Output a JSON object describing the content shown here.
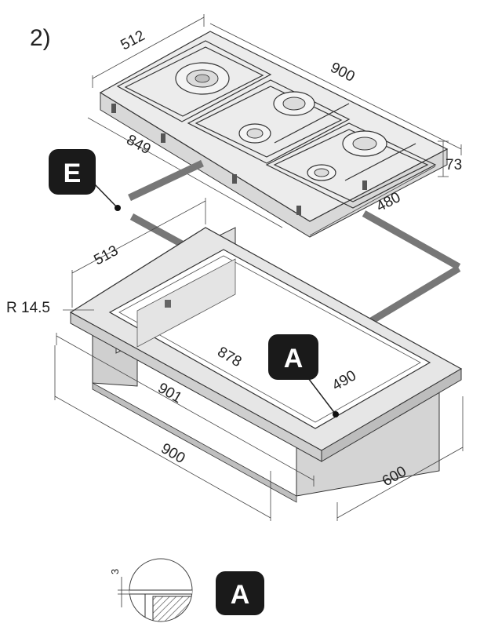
{
  "step_label": "2)",
  "hob": {
    "width_label": "900",
    "depth_label": "512",
    "height_label": "73",
    "cutout_width_label": "849",
    "cutout_depth_label": "480"
  },
  "cabinet": {
    "radius_label": "R 14.5",
    "outer_depth_label": "513",
    "inner_width_label": "878",
    "inner_depth_label": "490",
    "frame_width_label": "901",
    "base_width_label": "900",
    "base_depth_label": "600"
  },
  "callouts": {
    "seal_letter": "E",
    "detail_letter": "A",
    "detail_badge_letter": "A"
  },
  "detail": {
    "thickness_label": "3"
  },
  "colors": {
    "badge": "#1a1a1a",
    "seal": "#777777",
    "panel": "#e6e6e6",
    "panel_side": "#cfcfcf",
    "hob_top": "#ececec"
  }
}
